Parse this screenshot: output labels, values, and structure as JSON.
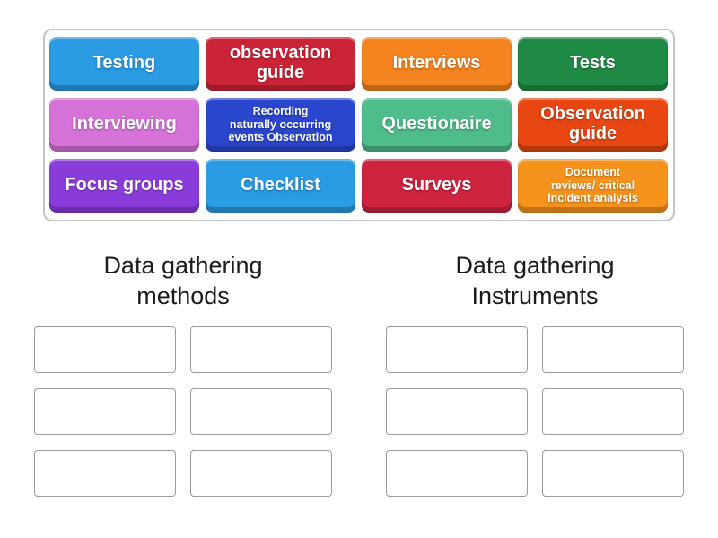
{
  "tray": {
    "tiles": [
      {
        "label": "Testing",
        "color": "#2b9be4",
        "size": "large"
      },
      {
        "label": "observation\nguide",
        "color": "#cb2438",
        "size": "large"
      },
      {
        "label": "Interviews",
        "color": "#f5831f",
        "size": "large"
      },
      {
        "label": "Tests",
        "color": "#1f8a45",
        "size": "large"
      },
      {
        "label": "Interviewing",
        "color": "#d572d8",
        "size": "large"
      },
      {
        "label": "Recording\nnaturally occurring\nevents Observation",
        "color": "#2a46cd",
        "size": "small"
      },
      {
        "label": "Questionaire",
        "color": "#4fbc8c",
        "size": "large"
      },
      {
        "label": "Observation\nguide",
        "color": "#e84713",
        "size": "large"
      },
      {
        "label": "Focus groups",
        "color": "#8a3cdb",
        "size": "large"
      },
      {
        "label": "Checklist",
        "color": "#2b9be4",
        "size": "large"
      },
      {
        "label": "Surveys",
        "color": "#ce2440",
        "size": "large"
      },
      {
        "label": "Document\nreviews/ critical\nincident analysis",
        "color": "#f6931d",
        "size": "small"
      }
    ]
  },
  "groups": [
    {
      "title": "Data gathering\nmethods"
    },
    {
      "title": "Data gathering\nInstruments"
    }
  ]
}
